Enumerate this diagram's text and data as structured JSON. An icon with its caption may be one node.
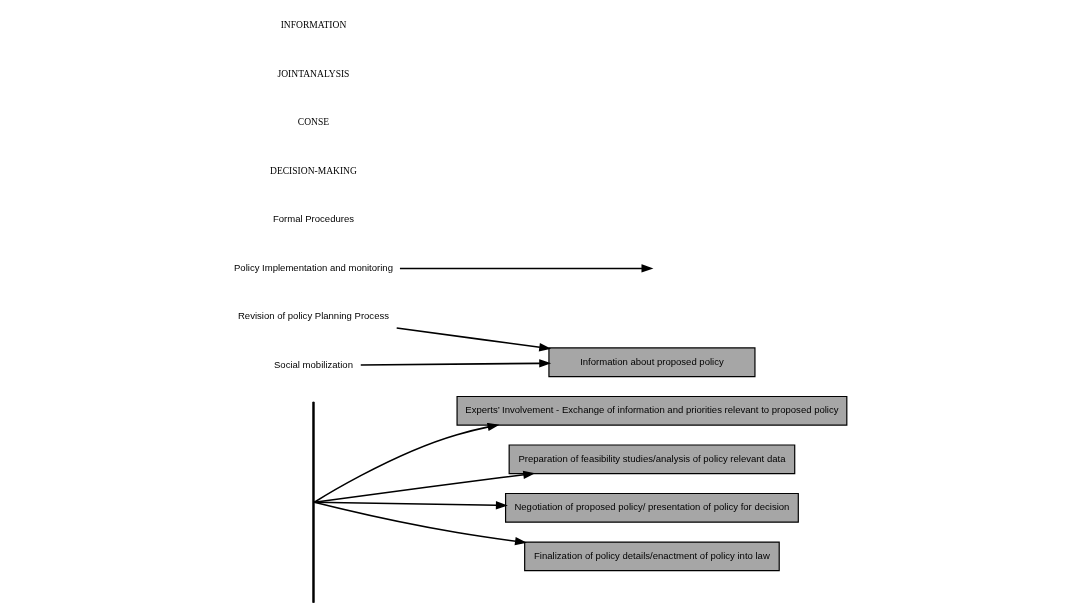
{
  "diagram": {
    "nodes": [
      {
        "text": [
          "Revision of policy Planning Process"
        ]
      },
      {
        "text": [
          "Information about proposed policy"
        ]
      },
      {
        "text": [
          "Experts’ Involvement - Exchange of information and priorities relevant to proposed policy"
        ]
      },
      {
        "text": [
          "Preparation of feasibility studies/analysis of policy relevant data"
        ]
      },
      {
        "text": [
          "Negotiation of proposed policy/ presentation of policy for decision"
        ]
      },
      {
        "text": [
          "Finalization of policy details/enactment of policy into law"
        ]
      },
      {
        "text": [
          "Social mobilization"
        ]
      },
      {
        "text": [
          "Policy Implementation and monitoring"
        ]
      },
      {
        "text": [
          "Formal Procedures"
        ]
      },
      {
        "text": [],
        "shape": "bar"
      }
    ],
    "edges": [
      {
        "from": 0,
        "to": 1,
        "arrow": "to"
      },
      {
        "from": 6,
        "to": 1,
        "arrow": "to"
      },
      {
        "from": 9,
        "to": 2,
        "arrow": "to"
      },
      {
        "from": 9,
        "to": 3,
        "arrow": "to"
      },
      {
        "from": 9,
        "to": 4,
        "arrow": "to"
      },
      {
        "from": 9,
        "to": 5,
        "arrow": "to"
      },
      {
        "from": 7,
        "to": null,
        "arrow": "to"
      }
    ],
    "labels": [
      "INFORMATION",
      "JOINTANALYSIS",
      "CONSE",
      "DECISION-MAKING"
    ]
  }
}
